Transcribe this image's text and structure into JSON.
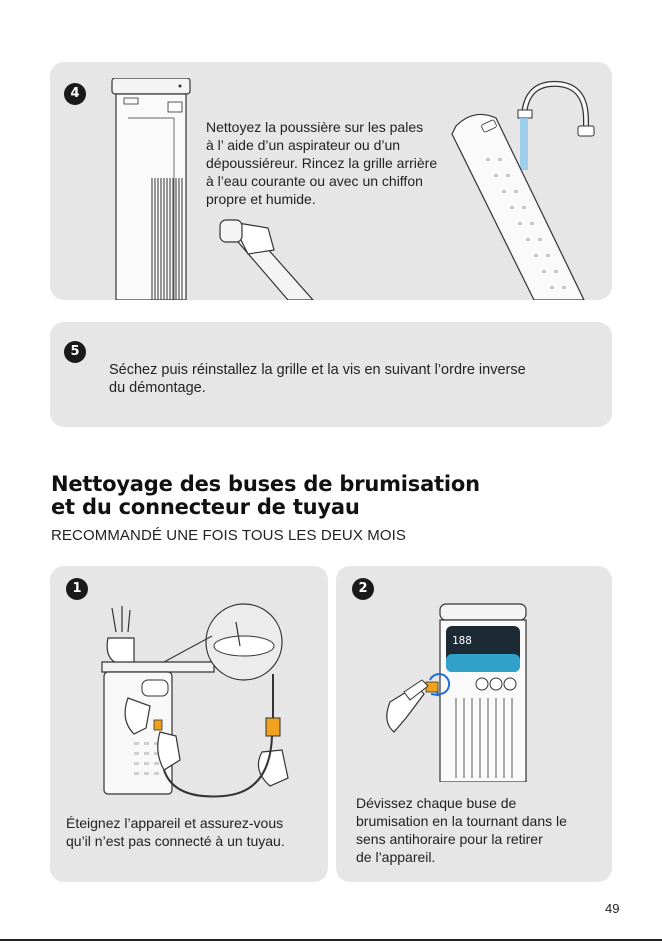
{
  "step4": {
    "number": "4",
    "text_lines": [
      "Nettoyez la poussière sur les pales",
      "à l’ aide d’un aspirateur ou d’un",
      "dépoussiéreur. Rincez la grille arrière",
      "à l’eau courante ou avec un chiffon",
      "propre et humide."
    ]
  },
  "step5": {
    "number": "5",
    "text_lines": [
      "Séchez puis réinstallez la grille et la vis en suivant l’ordre inverse",
      "du démontage."
    ]
  },
  "section": {
    "title_line1": "Nettoyage des buses de brumisation",
    "title_line2": "et du connecteur de tuyau",
    "subtitle": "RECOMMANDÉ UNE FOIS TOUS LES DEUX MOIS"
  },
  "card1": {
    "number": "1",
    "text_lines": [
      "Éteignez l’appareil et assurez-vous",
      "qu’il n’est pas connecté à un tuyau."
    ]
  },
  "card2": {
    "number": "2",
    "display_value": "188",
    "text_lines": [
      "Dévissez chaque buse de",
      "brumisation en la tournant dans le",
      "sens antihoraire pour la retirer",
      "de l’appareil."
    ]
  },
  "page_number": "49"
}
